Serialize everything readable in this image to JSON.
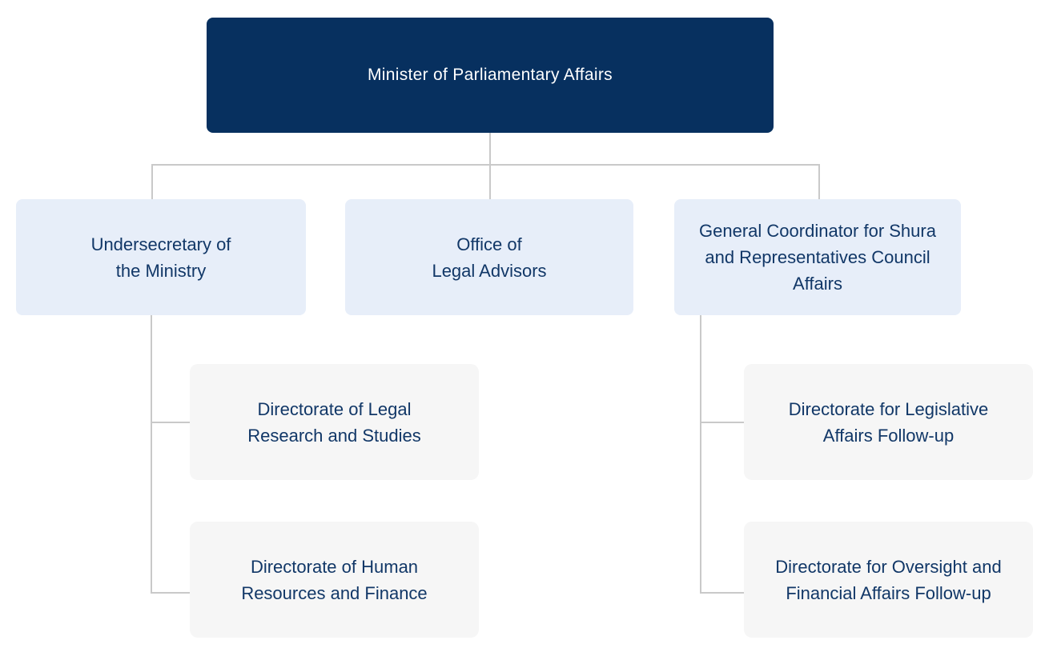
{
  "colors": {
    "navy": "#07305f",
    "light_blue": "#e7eef9",
    "light_gray": "#f6f6f6",
    "text_navy": "#113767",
    "line_gray": "#c9c9c9",
    "background": "#ffffff"
  },
  "nodes": {
    "minister": {
      "label": "Minister of Parliamentary Affairs",
      "lines": [
        "Minister of Parliamentary Affairs"
      ]
    },
    "undersecretary": {
      "label": "Undersecretary of the Ministry",
      "lines": [
        "Undersecretary of",
        "the Ministry"
      ]
    },
    "legal_advisors": {
      "label": "Office of Legal Advisors",
      "lines": [
        "Office of",
        "Legal Advisors"
      ]
    },
    "general_coordinator": {
      "label": "General Coordinator for Shura and Representatives Council Affairs",
      "lines": [
        "General Coordinator for Shura",
        "and Representatives Council Affairs"
      ]
    },
    "legal_research": {
      "label": "Directorate of Legal Research and Studies",
      "lines": [
        "Directorate of Legal",
        "Research and Studies"
      ]
    },
    "hr_finance": {
      "label": "Directorate of Human Resources and Finance",
      "lines": [
        "Directorate of Human",
        "Resources and Finance"
      ]
    },
    "legislative_followup": {
      "label": "Directorate for Legislative Affairs Follow-up",
      "lines": [
        "Directorate for Legislative",
        "Affairs Follow-up"
      ]
    },
    "oversight_followup": {
      "label": "Directorate for Oversight and Financial Affairs Follow-up",
      "lines": [
        "Directorate for Oversight and",
        "Financial Affairs Follow-up"
      ]
    }
  },
  "hierarchy": {
    "minister": [
      "undersecretary",
      "legal_advisors",
      "general_coordinator"
    ],
    "undersecretary": [
      "legal_research",
      "hr_finance"
    ],
    "legal_advisors": [],
    "general_coordinator": [
      "legislative_followup",
      "oversight_followup"
    ]
  }
}
